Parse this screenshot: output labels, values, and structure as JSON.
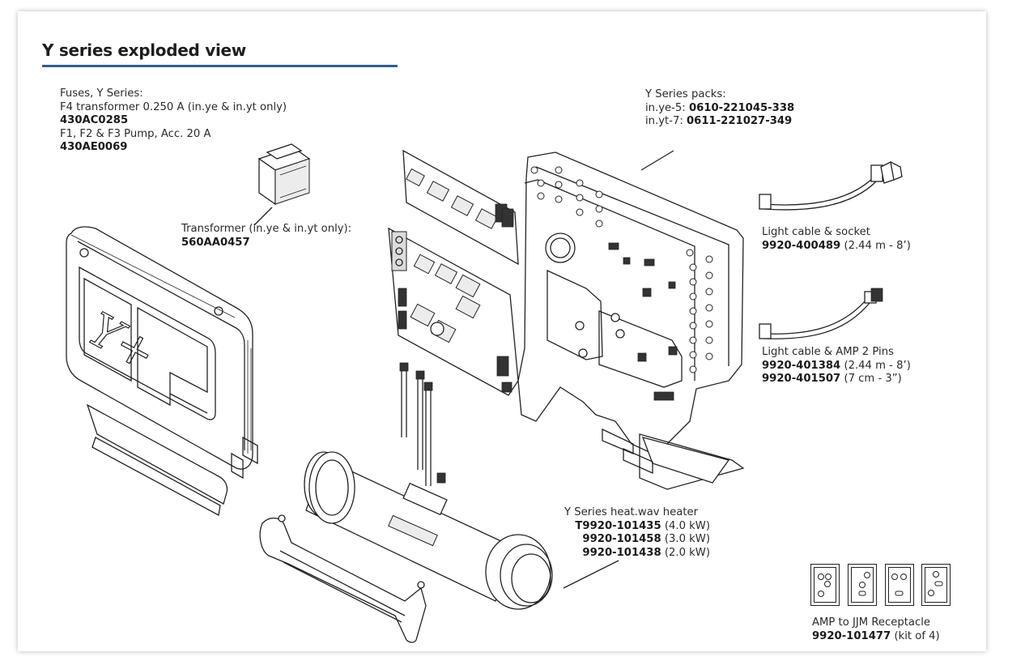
{
  "title": "Y series exploded view",
  "colors": {
    "accent_rule": "#2e5f93",
    "line_art": "#222222"
  },
  "fuses": {
    "heading": "Fuses, Y Series:",
    "f4_desc": "F4 transformer 0.250 A (in.ye & in.yt only)",
    "f4_part": "430AC0285",
    "pump_desc": "F1, F2 & F3 Pump, Acc. 20 A",
    "pump_part": "430AE0069"
  },
  "transformer": {
    "desc": "Transformer (in.ye & in.yt only):",
    "part": "560AA0457"
  },
  "packs": {
    "heading": "Y Series packs:",
    "ye_label": "in.ye-5:",
    "ye_part": "0610-221045-338",
    "yt_label": "in.yt-7:",
    "yt_part": "0611-221027-349"
  },
  "light_socket": {
    "desc": "Light cable & socket",
    "part": "9920-400489",
    "length": "(2.44 m - 8’)"
  },
  "light_amp": {
    "desc": "Light cable & AMP 2 Pins",
    "part1": "9920-401384",
    "length1": "(2.44 m - 8’)",
    "part2": "9920-401507",
    "length2": "(7 cm - 3”)"
  },
  "heater": {
    "desc": "Y Series heat.wav heater",
    "items": [
      {
        "part": "T9920-101435",
        "rating": "(4.0 kW)"
      },
      {
        "part": "9920-101458",
        "rating": "(3.0 kW)"
      },
      {
        "part": "9920-101438",
        "rating": "(2.0 kW)"
      }
    ]
  },
  "receptacle": {
    "desc": "AMP to JJM Receptacle",
    "part": "9920-101477",
    "qty": "(kit of 4)"
  },
  "logo_mark": "Y+"
}
